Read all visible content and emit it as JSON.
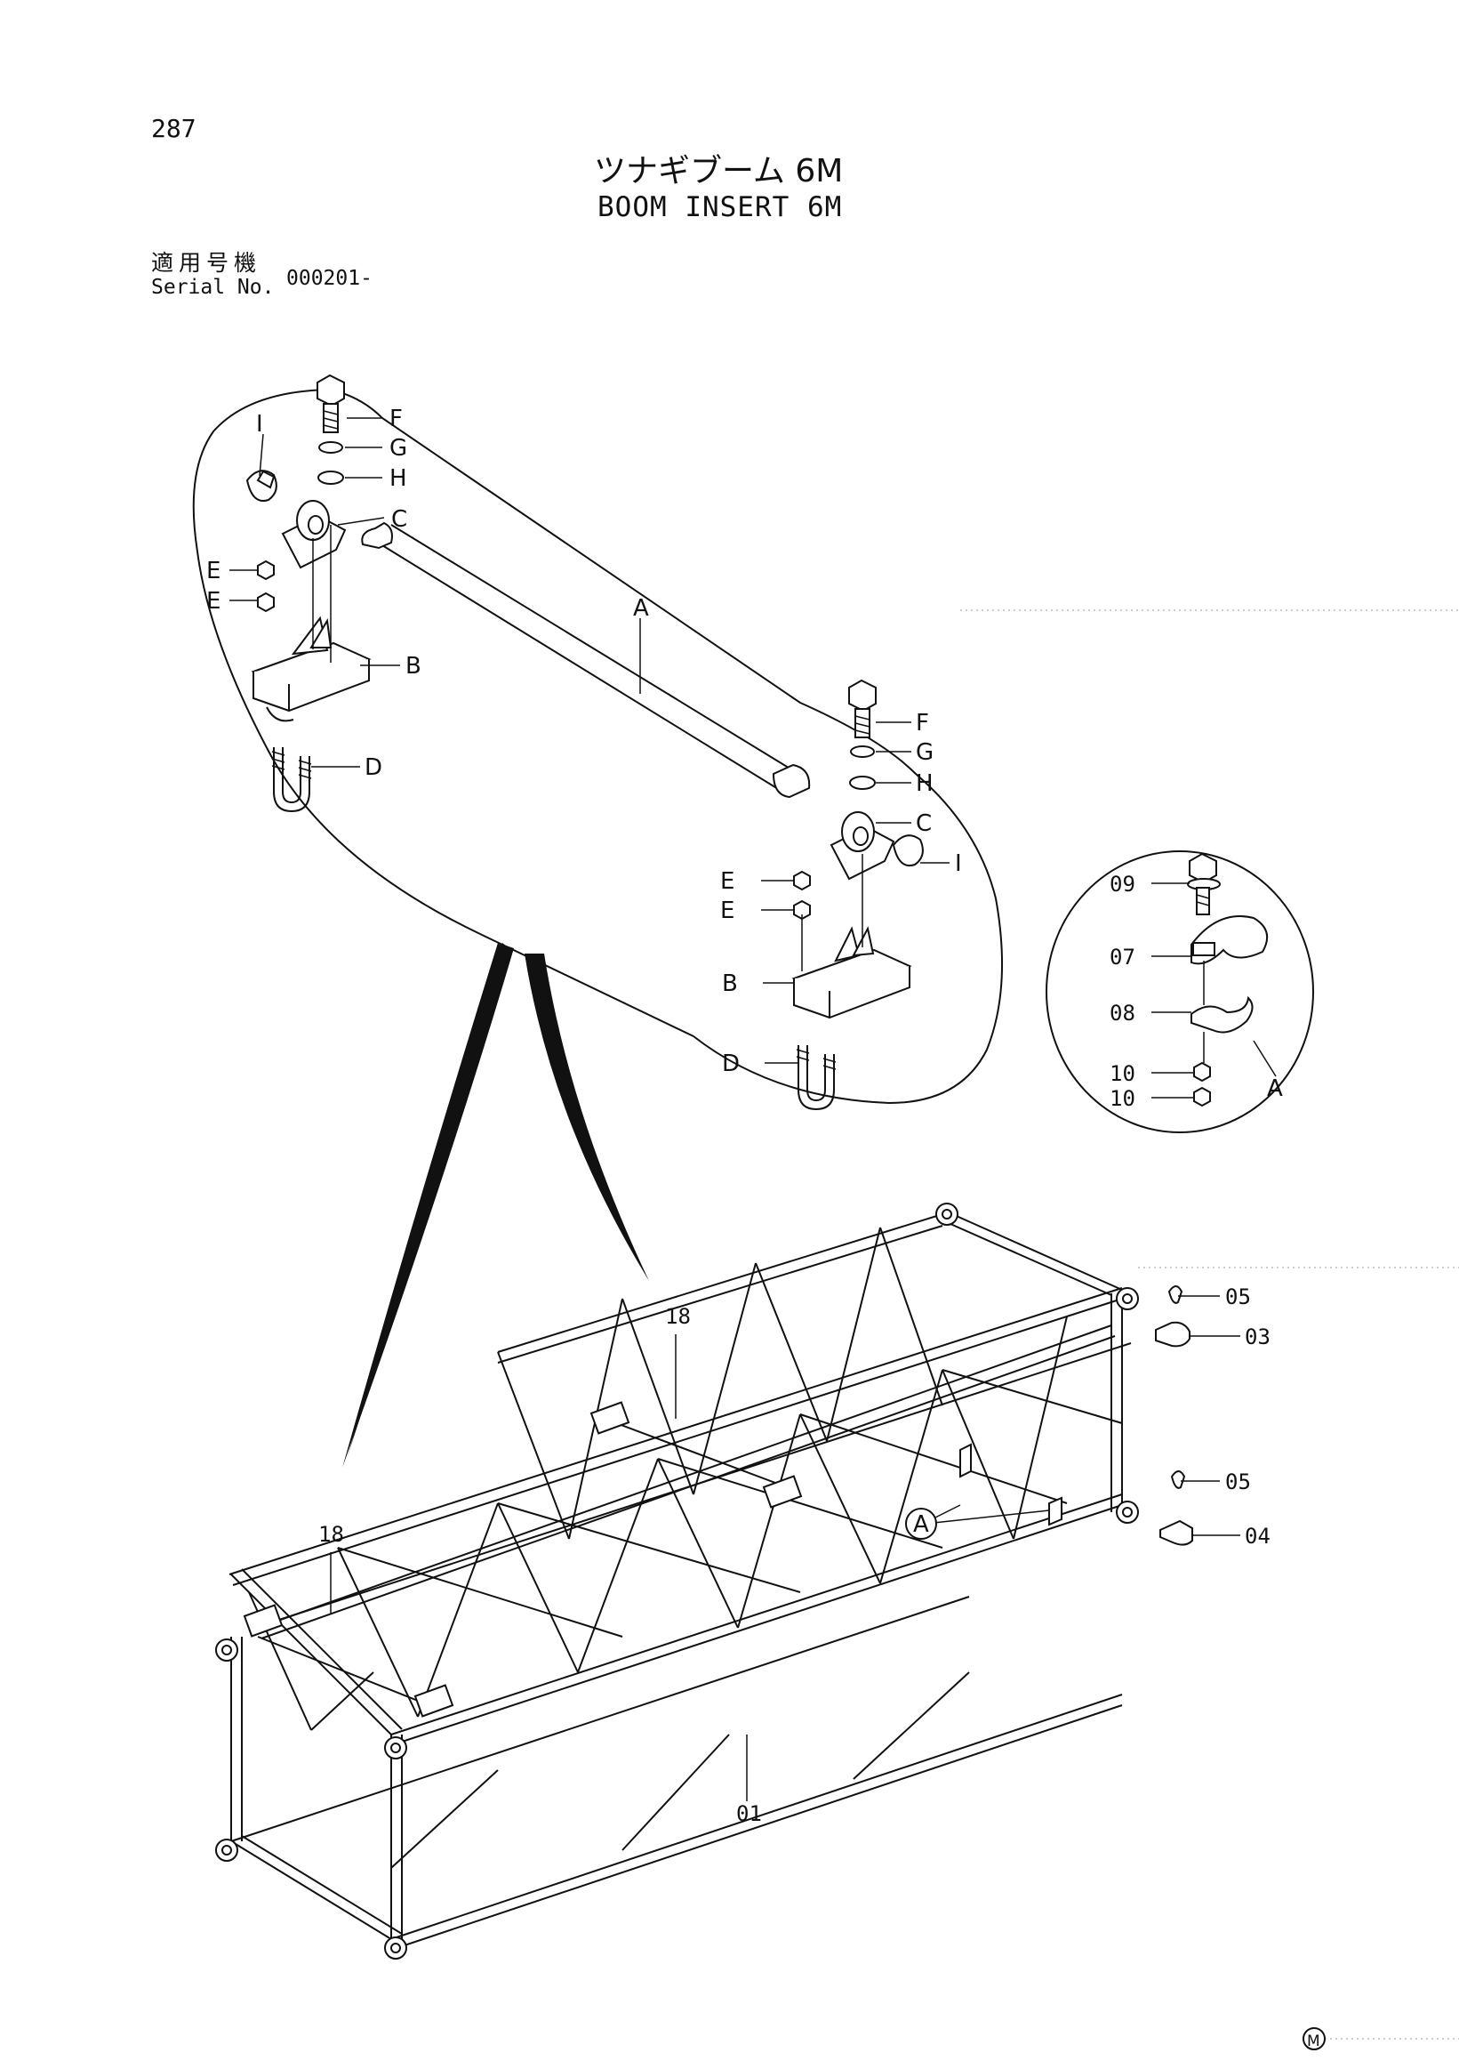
{
  "header": {
    "page_number": "287",
    "title_jp": "ツナギブーム 6M",
    "title_en": "BOOM INSERT 6M",
    "serial_label_jp": "適用号機",
    "serial_label_en": "Serial No.",
    "serial_value": "000201-"
  },
  "detail_1": {
    "labels_left": [
      "F",
      "G",
      "H",
      "C",
      "I",
      "E",
      "E",
      "B",
      "D",
      "A"
    ],
    "labels_right": [
      "F",
      "G",
      "H",
      "C",
      "I",
      "E",
      "E",
      "B",
      "D"
    ]
  },
  "detail_2": {
    "labels": [
      "09",
      "07",
      "08",
      "10",
      "10",
      "A"
    ]
  },
  "main": {
    "labels": [
      "18",
      "18",
      "05",
      "03",
      "05",
      "04",
      "01",
      "A"
    ]
  },
  "footer": {
    "mark": "M"
  }
}
